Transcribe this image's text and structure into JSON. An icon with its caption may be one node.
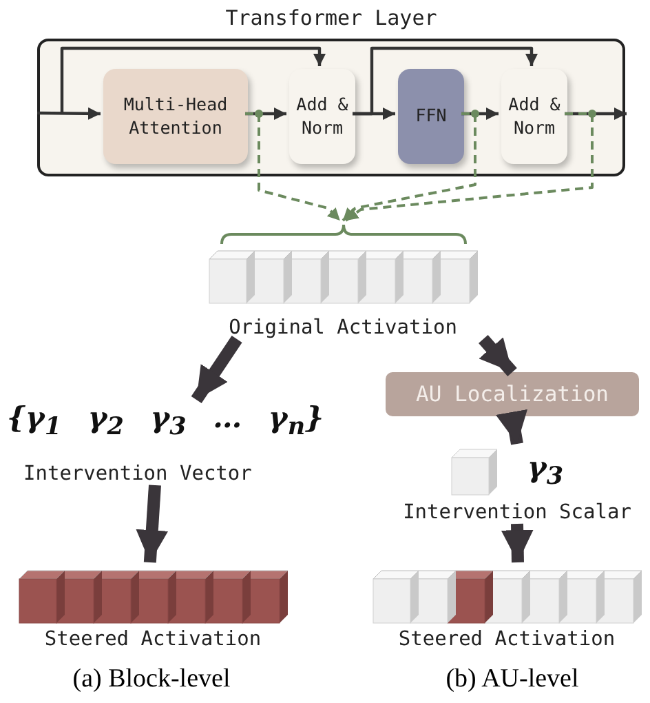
{
  "diagram": {
    "nodes": [
      {
        "text": [
          "Transformer Layer"
        ]
      },
      {
        "text": [
          "Multi-Head Attention"
        ],
        "in": 0
      },
      {
        "text": [
          "Add & Norm"
        ],
        "in": 0
      },
      {
        "text": [
          "FFN"
        ],
        "in": 0
      },
      {
        "text": [
          "Add & Norm"
        ],
        "in": 0
      },
      {
        "text": [
          "Original Activation"
        ]
      },
      {
        "text": [
          "AU Localization"
        ]
      },
      {
        "text": [
          "{γ$_{1}$ γ$_{2}$ γ$_{3}$ … γ$_{n}$}",
          "Intervention Vector"
        ]
      },
      {
        "text": [
          "Steered Activation"
        ]
      },
      {
        "text": [
          "γ$_{3}$",
          "Intervention Scalar"
        ]
      },
      {
        "text": [
          "Steered Activation"
        ]
      }
    ],
    "edges": [
      {
        "from": null,
        "to": 1,
        "arrow": "to"
      },
      {
        "from": null,
        "to": 2,
        "arrow": "to"
      },
      {
        "from": 1,
        "to": 2,
        "arrow": "to"
      },
      {
        "from": 2,
        "to": 3,
        "arrow": "to"
      },
      {
        "from": 2,
        "to": 4,
        "arrow": "to"
      },
      {
        "from": 3,
        "to": 4,
        "arrow": "to"
      },
      {
        "from": 4,
        "to": null,
        "arrow": "to"
      },
      {
        "from": 1,
        "to": 5,
        "arrow": "to",
        "style": "dashed",
        "color": "#6b8a5e"
      },
      {
        "from": 3,
        "to": 5,
        "arrow": "to",
        "style": "dashed",
        "color": "#6b8a5e"
      },
      {
        "from": 4,
        "to": 5,
        "arrow": "to",
        "style": "dashed",
        "color": "#6b8a5e"
      },
      {
        "from": 5,
        "to": 7,
        "arrow": "to",
        "style": "thick"
      },
      {
        "from": 5,
        "to": 6,
        "arrow": "to",
        "style": "thick"
      },
      {
        "from": 7,
        "to": 8,
        "arrow": "to",
        "style": "thick"
      },
      {
        "from": 6,
        "to": 9,
        "arrow": "to",
        "style": "thick"
      },
      {
        "from": 9,
        "to": 10,
        "arrow": "to",
        "style": "thick"
      }
    ],
    "labels": [
      "(a) Block-level",
      "(b) AU-level"
    ]
  }
}
